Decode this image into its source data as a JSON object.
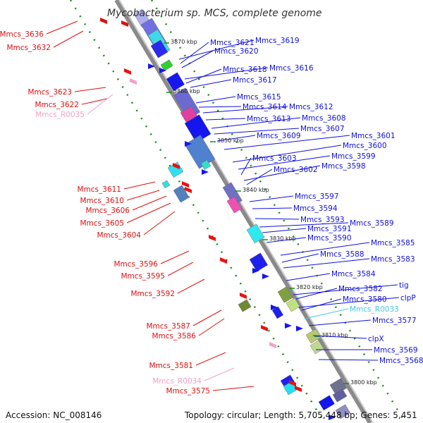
{
  "title": "Mycobacterium sp. MCS, complete genome",
  "footer": {
    "accession": "Accession: NC_008146",
    "summary": "Topology: circular; Length: 5,705,448 bp; Genes: 5,451"
  },
  "colors": {
    "forward_label": "#1010dd",
    "reverse_label": "#dd1010",
    "rna_forward": "#44c8e8",
    "rna_reverse": "#f4a0c8",
    "axis": "#8a8a8a",
    "ticks": "#1a8a1a"
  },
  "kbp_ticks": [
    "3870 kbp",
    "3860 kbp",
    "3850 kbp",
    "3840 kbp",
    "3830 kbp",
    "3820 kbp",
    "3810 kbp",
    "3800 kbp"
  ],
  "labels_left": [
    {
      "text": "Mmcs_3636",
      "kind": "reverse"
    },
    {
      "text": "Mmcs_3632",
      "kind": "reverse"
    },
    {
      "text": "Mmcs_3623",
      "kind": "reverse"
    },
    {
      "text": "Mmcs_3622",
      "kind": "reverse"
    },
    {
      "text": "Mmcs_R0035",
      "kind": "rna_reverse"
    },
    {
      "text": "Mmcs_3611",
      "kind": "reverse"
    },
    {
      "text": "Mmcs_3610",
      "kind": "reverse"
    },
    {
      "text": "Mmcs_3606",
      "kind": "reverse"
    },
    {
      "text": "Mmcs_3605",
      "kind": "reverse"
    },
    {
      "text": "Mmcs_3604",
      "kind": "reverse"
    },
    {
      "text": "Mmcs_3596",
      "kind": "reverse"
    },
    {
      "text": "Mmcs_3595",
      "kind": "reverse"
    },
    {
      "text": "Mmcs_3592",
      "kind": "reverse"
    },
    {
      "text": "Mmcs_3587",
      "kind": "reverse"
    },
    {
      "text": "Mmcs_3586",
      "kind": "reverse"
    },
    {
      "text": "Mmcs_3581",
      "kind": "reverse"
    },
    {
      "text": "Mmcs_R0034",
      "kind": "rna_reverse"
    },
    {
      "text": "Mmcs_3575",
      "kind": "reverse"
    }
  ],
  "labels_right": [
    {
      "text": "Mmcs_3619",
      "kind": "forward"
    },
    {
      "text": "Mmcs_3621",
      "kind": "forward"
    },
    {
      "text": "Mmcs_3620",
      "kind": "forward"
    },
    {
      "text": "Mmcs_3616",
      "kind": "forward"
    },
    {
      "text": "Mmcs_3618",
      "kind": "forward"
    },
    {
      "text": "Mmcs_3617",
      "kind": "forward"
    },
    {
      "text": "Mmcs_3615",
      "kind": "forward"
    },
    {
      "text": "Mmcs_3614",
      "kind": "forward"
    },
    {
      "text": "Mmcs_3612",
      "kind": "forward"
    },
    {
      "text": "Mmcs_3613",
      "kind": "forward"
    },
    {
      "text": "Mmcs_3608",
      "kind": "forward"
    },
    {
      "text": "Mmcs_3607",
      "kind": "forward"
    },
    {
      "text": "Mmcs_3609",
      "kind": "forward"
    },
    {
      "text": "Mmcs_3601",
      "kind": "forward"
    },
    {
      "text": "Mmcs_3600",
      "kind": "forward"
    },
    {
      "text": "Mmcs_3599",
      "kind": "forward"
    },
    {
      "text": "Mmcs_3603",
      "kind": "forward"
    },
    {
      "text": "Mmcs_3598",
      "kind": "forward"
    },
    {
      "text": "Mmcs_3602",
      "kind": "forward"
    },
    {
      "text": "Mmcs_3597",
      "kind": "forward"
    },
    {
      "text": "Mmcs_3594",
      "kind": "forward"
    },
    {
      "text": "Mmcs_3593",
      "kind": "forward"
    },
    {
      "text": "Mmcs_3589",
      "kind": "forward"
    },
    {
      "text": "Mmcs_3591",
      "kind": "forward"
    },
    {
      "text": "Mmcs_3590",
      "kind": "forward"
    },
    {
      "text": "Mmcs_3585",
      "kind": "forward"
    },
    {
      "text": "Mmcs_3588",
      "kind": "forward"
    },
    {
      "text": "Mmcs_3583",
      "kind": "forward"
    },
    {
      "text": "Mmcs_3584",
      "kind": "forward"
    },
    {
      "text": "tig",
      "kind": "forward"
    },
    {
      "text": "Mmcs_3582",
      "kind": "forward"
    },
    {
      "text": "clpP",
      "kind": "forward"
    },
    {
      "text": "Mmcs_3580",
      "kind": "forward"
    },
    {
      "text": "Mmcs_R0033",
      "kind": "rna_forward"
    },
    {
      "text": "Mmcs_3577",
      "kind": "forward"
    },
    {
      "text": "clpX",
      "kind": "forward"
    },
    {
      "text": "Mmcs_3569",
      "kind": "forward"
    },
    {
      "text": "Mmcs_3568",
      "kind": "forward"
    }
  ]
}
